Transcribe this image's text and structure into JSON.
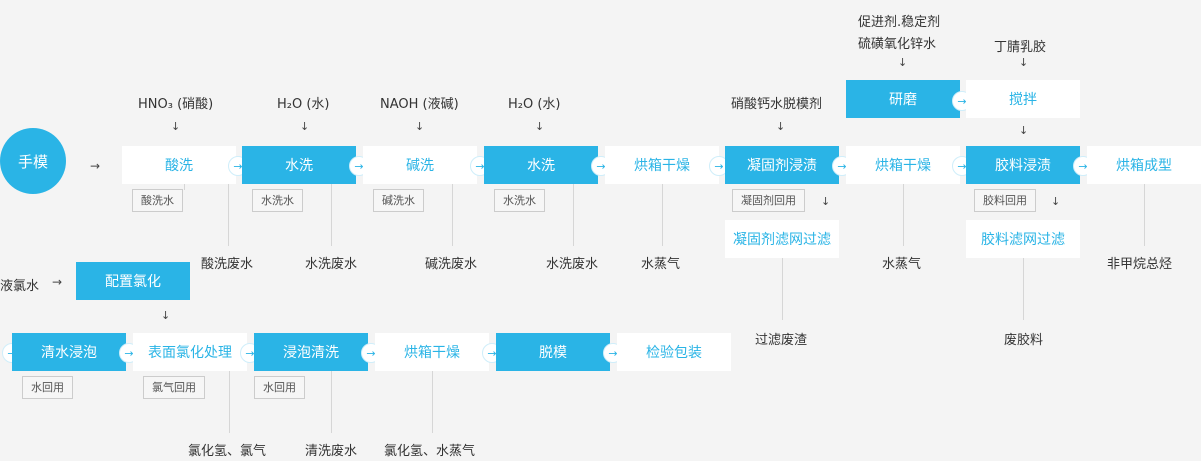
{
  "start": "手模",
  "row1": {
    "inputs": [
      "HNO₃ (硝酸)",
      "H₂O (水)",
      "NAOH (液碱)",
      "H₂O (水)",
      "硝酸钙水脱模剂"
    ],
    "steps": [
      "酸洗",
      "水洗",
      "碱洗",
      "水洗",
      "烘箱干燥",
      "凝固剂浸渍",
      "烘箱干燥",
      "胶料浸渍",
      "烘箱成型"
    ],
    "recycles": [
      "酸洗水",
      "水洗水",
      "碱洗水",
      "水洗水",
      "凝固剂回用",
      "胶料回用"
    ],
    "outputs": [
      "酸洗废水",
      "水洗废水",
      "碱洗废水",
      "水洗废水",
      "水蒸气",
      "水蒸气",
      "非甲烷总烃"
    ]
  },
  "filters": {
    "coag": "凝固剂滤网过滤",
    "coag_waste": "过滤废渣",
    "latex": "胶料滤网过滤",
    "latex_waste": "废胶料"
  },
  "top": {
    "additive_line1": "促进剂.稳定剂",
    "additive_line2": "硫磺氧化锌水",
    "grind": "研磨",
    "nbr": "丁腈乳胶",
    "stir": "搅拌"
  },
  "chlorine": {
    "input": "液氯水",
    "prep": "配置氯化"
  },
  "row3": {
    "steps": [
      "清水浸泡",
      "表面氯化处理",
      "浸泡清洗",
      "烘箱干燥",
      "脱模",
      "检验包装"
    ],
    "recycles": [
      "水回用",
      "氯气回用",
      "水回用"
    ],
    "outputs": [
      "氯化氢、氯气",
      "清洗废水",
      "氯化氢、水蒸气"
    ]
  }
}
